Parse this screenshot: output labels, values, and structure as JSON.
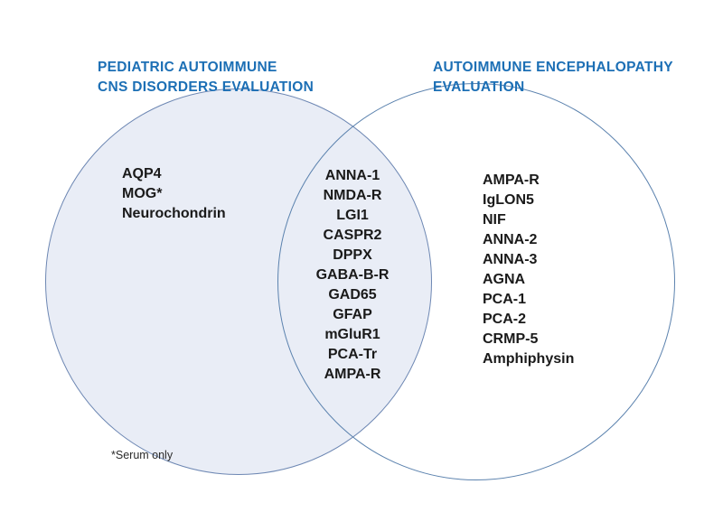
{
  "diagram": {
    "type": "venn-two-circle",
    "left_set": {
      "title": "PEDIATRIC AUTOIMMUNE\nCNS DISORDERS EVALUATION",
      "items": [
        "AQP4",
        "MOG*",
        "Neurochondrin"
      ]
    },
    "intersection": {
      "items": [
        "ANNA-1",
        "NMDA-R",
        "LGI1",
        "CASPR2",
        "DPPX",
        "GABA-B-R",
        "GAD65",
        "GFAP",
        "mGluR1",
        "PCA-Tr",
        "AMPA-R"
      ]
    },
    "right_set": {
      "title": "AUTOIMMUNE ENCEPHALOPATHY\nEVALUATION",
      "items": [
        "AMPA-R",
        "IgLON5",
        "NIF",
        "ANNA-2",
        "ANNA-3",
        "AGNA",
        "PCA-1",
        "PCA-2",
        "CRMP-5",
        "Amphiphysin"
      ]
    },
    "footnote": "*Serum only",
    "colors": {
      "title_blue": "#1c6fb5",
      "item_text": "#1a1a1a",
      "circle_stroke": "#5b82ae",
      "left_circle_fill": "#e9edf6",
      "background": "#ffffff"
    }
  }
}
